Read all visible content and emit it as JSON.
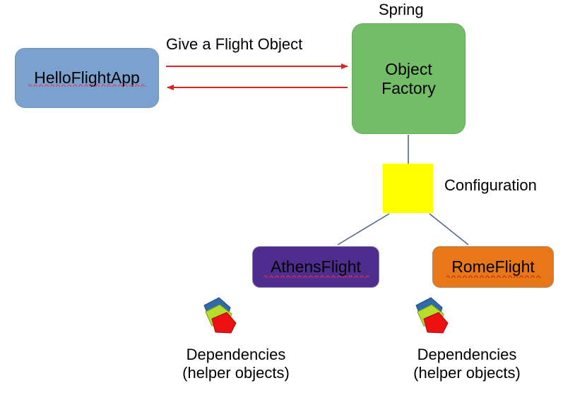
{
  "diagram": {
    "title": "Spring Object Factory dependency diagram",
    "background": "#ffffff"
  },
  "nodes": {
    "hello_flight_app": {
      "label": "HelloFlightApp",
      "color": "#7ba2ce",
      "shape": "rounded-rect",
      "misspelled": true
    },
    "object_factory": {
      "label": "Object\nFactory",
      "color": "#73bd69",
      "shape": "rounded-rect",
      "misspelled": false
    },
    "configuration_box": {
      "label": "",
      "color": "#ffff00",
      "shape": "square",
      "misspelled": false
    },
    "athens_flight": {
      "label": "AthensFlight",
      "color": "#4f2d8f",
      "shape": "rounded-rect",
      "misspelled": true
    },
    "rome_flight": {
      "label": "RomeFlight",
      "color": "#e87817",
      "shape": "rounded-rect",
      "misspelled": true
    }
  },
  "labels": {
    "spring": "Spring",
    "give_flight_object": "Give a Flight Object",
    "configuration": "Configuration",
    "dependencies_left": "Dependencies\n(helper objects)",
    "dependencies_right": "Dependencies\n(helper objects)"
  },
  "connectors": {
    "request_arrow": {
      "label": "Give a Flight Object",
      "from": "hello_flight_app",
      "to": "object_factory",
      "direction": "right",
      "color": "#dd2222"
    },
    "response_arrow": {
      "from": "object_factory",
      "to": "hello_flight_app",
      "direction": "left",
      "color": "#dd2222"
    },
    "factory_to_config": {
      "from": "object_factory",
      "to": "configuration_box",
      "color": "#55688b"
    },
    "config_to_athens": {
      "from": "configuration_box",
      "to": "athens_flight",
      "color": "#55688b"
    },
    "config_to_rome": {
      "from": "configuration_box",
      "to": "rome_flight",
      "color": "#55688b"
    }
  },
  "icons": {
    "dependency_stack": {
      "name": "dependency-stack-icon",
      "colors": [
        "#2f6baa",
        "#b6dd2b",
        "#ee1111"
      ],
      "shape_count": 3
    }
  }
}
